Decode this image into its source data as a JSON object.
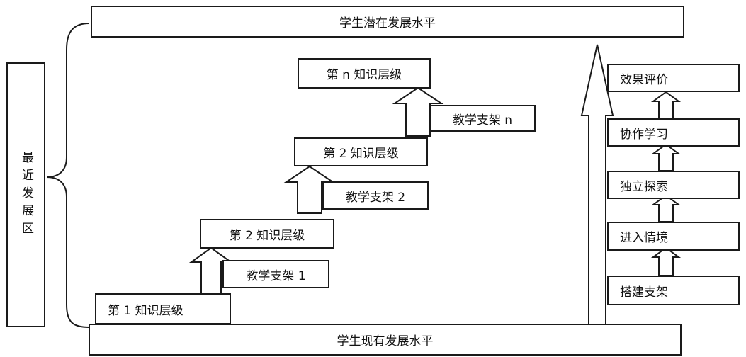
{
  "top_level": "学生潜在发展水平",
  "bottom_level": "学生现有发展水平",
  "zone_label": "最近发展区",
  "staircase": {
    "levels": [
      "第 1 知识层级",
      "第 2 知识层级",
      "第 2 知识层级",
      "第 n 知识层级"
    ],
    "scaffolds": [
      "教学支架 1",
      "教学支架 2",
      "教学支架 n"
    ]
  },
  "process_steps": [
    "效果评价",
    "协作学习",
    "独立探索",
    "进入情境",
    "搭建支架"
  ],
  "colors": {
    "stroke": "#1a1a1a",
    "fill": "#ffffff"
  }
}
